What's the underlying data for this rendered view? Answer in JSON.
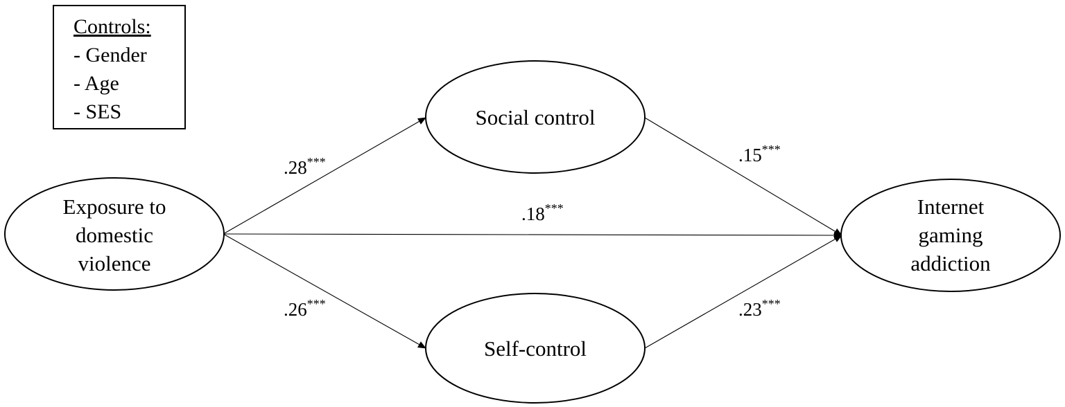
{
  "controls": {
    "title": "Controls:",
    "items": [
      "- Gender",
      "- Age",
      "- SES"
    ]
  },
  "nodes": {
    "exposure": [
      "Exposure to",
      "domestic",
      "violence"
    ],
    "social": [
      "Social control"
    ],
    "self": [
      "Self-control"
    ],
    "outcome": [
      "Internet",
      "gaming",
      "addiction"
    ]
  },
  "paths": {
    "exposure_to_social": {
      "coef": ".28",
      "sig": "***"
    },
    "exposure_to_self": {
      "coef": ".26",
      "sig": "***"
    },
    "exposure_to_outcome": {
      "coef": ".18",
      "sig": "***"
    },
    "social_to_outcome": {
      "coef": ".15",
      "sig": "***"
    },
    "self_to_outcome": {
      "coef": ".23",
      "sig": "***"
    }
  }
}
